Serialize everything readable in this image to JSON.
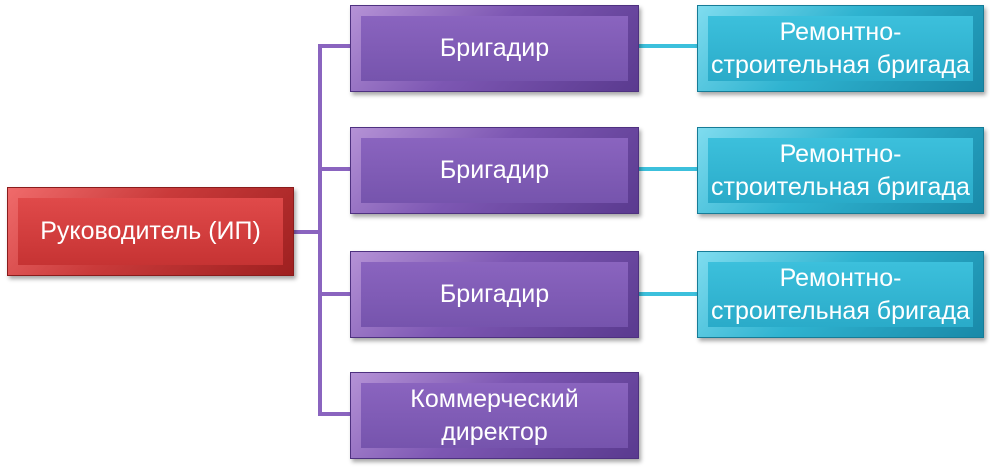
{
  "root": {
    "label": "Руководитель (ИП)"
  },
  "foremen": [
    {
      "label": "Бригадир",
      "team": {
        "line1": "Ремонтно-",
        "line2": "строительная бригада"
      }
    },
    {
      "label": "Бригадир",
      "team": {
        "line1": "Ремонтно-",
        "line2": "строительная бригада"
      }
    },
    {
      "label": "Бригадир",
      "team": {
        "line1": "Ремонтно-",
        "line2": "строительная бригада"
      }
    }
  ],
  "commercial_director": {
    "line1": "Коммерческий",
    "line2": "директор"
  },
  "colors": {
    "root": "#c63333",
    "foreman": "#7654ad",
    "team": "#2aabc9",
    "connector_purple": "#8a64bf",
    "connector_teal": "#3cc0dc"
  }
}
